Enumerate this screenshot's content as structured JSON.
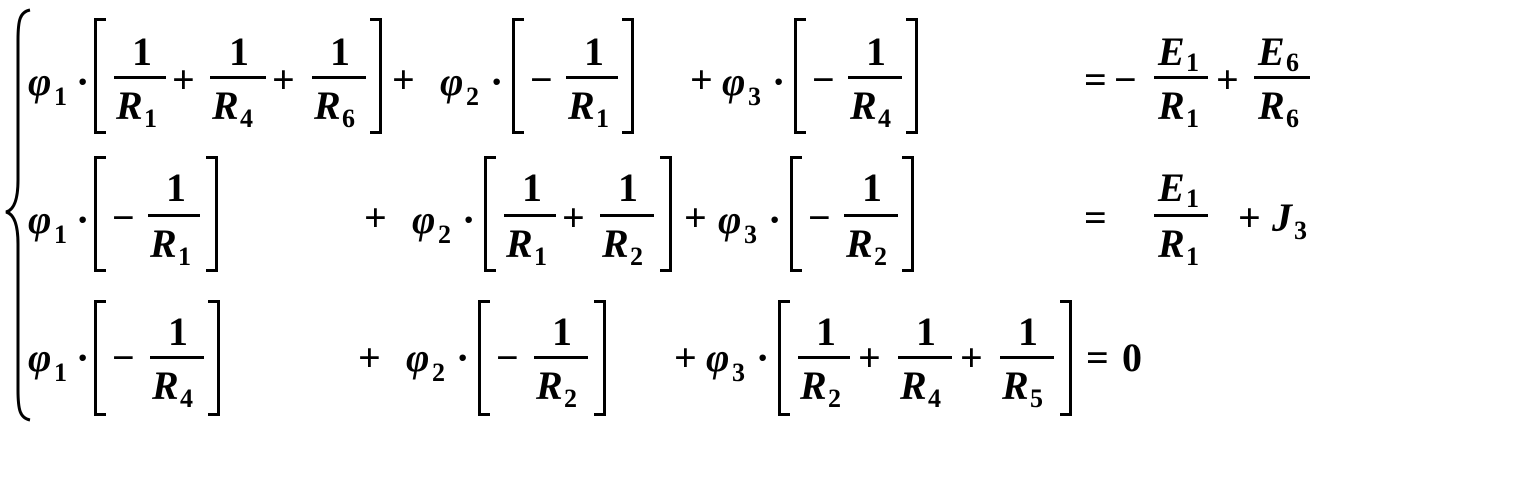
{
  "symbols": {
    "phi": "φ",
    "one": "1",
    "R": "R",
    "E": "E",
    "J": "J",
    "plus": "+",
    "minus": "−",
    "equals": "=",
    "dot": "·",
    "zero": "0"
  },
  "subscripts": {
    "s1": "1",
    "s2": "2",
    "s3": "3",
    "s4": "4",
    "s5": "5",
    "s6": "6"
  }
}
